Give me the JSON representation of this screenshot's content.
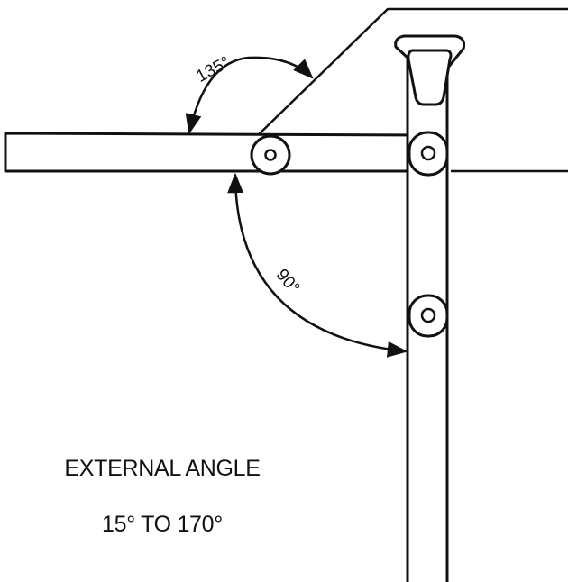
{
  "diagram": {
    "labels": {
      "upper_angle": "135°",
      "lower_angle": "90°"
    },
    "caption": {
      "title": "EXTERNAL ANGLE",
      "range": "15° TO 170°"
    }
  }
}
